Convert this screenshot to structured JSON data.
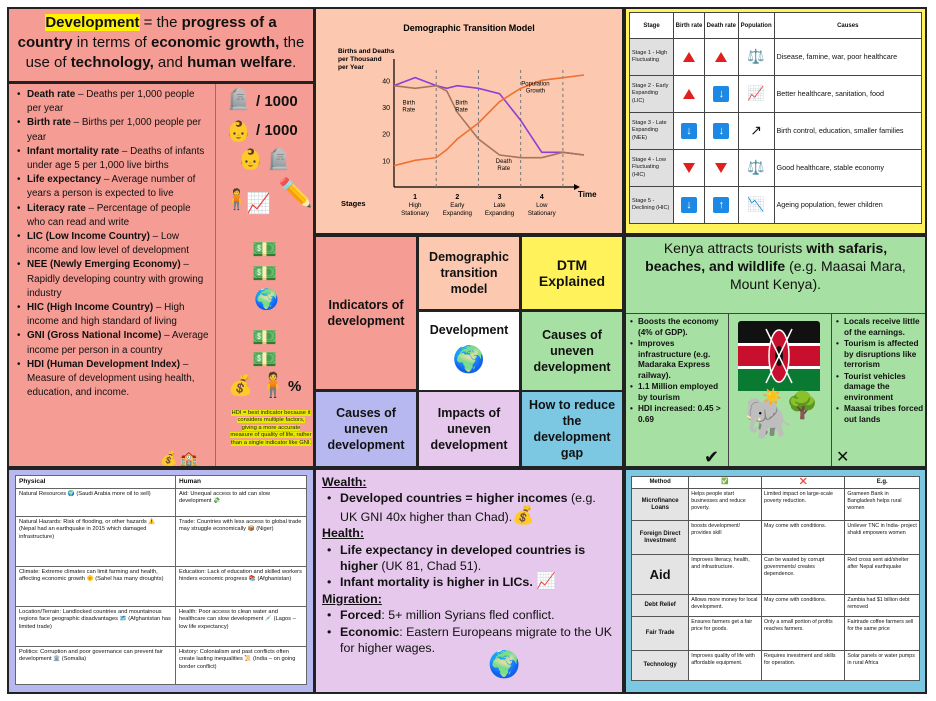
{
  "title": {
    "term": "Development",
    "rest": " = the ",
    "w1": "progress of a country",
    "w2": " in terms of ",
    "w3": "economic growth,",
    "w4": " the use of ",
    "w5": "technology,",
    "w6": " and ",
    "w7": "human welfare",
    "w8": "."
  },
  "indicators": [
    {
      "term": "Death rate",
      "def": " – Deaths per 1,000 people per year"
    },
    {
      "term": "Birth rate",
      "def": " – Births per 1,000 people per year"
    },
    {
      "term": "Infant mortality rate",
      "def": " – Deaths of infants under age 5 per 1,000 live births"
    },
    {
      "term": "Life expectancy",
      "def": " – Average number of years a person is expected to live"
    },
    {
      "term": "Literacy rate",
      "def": " – Percentage of people who can read and write"
    },
    {
      "term": "LIC (Low Income Country)",
      "def": " – Low income and low level of development"
    },
    {
      "term": "NEE (Newly Emerging Economy)",
      "def": " – Rapidly developing country with growing industry"
    },
    {
      "term": "HIC (High Income Country)",
      "def": " – High income and high standard of living"
    },
    {
      "term": "GNI (Gross National Income)",
      "def": " – Average income per person in a country"
    },
    {
      "term": "HDI (Human Development Index)",
      "def": " – Measure of development using health, education, and income."
    }
  ],
  "per1000a": "/ 1000",
  "per1000b": "/ 1000",
  "percent": "%",
  "hdi_note": "HDI = best indicator because it considers multiple factors, giving a more accurate measure of quality of life, rather than a single indicator like GNI.",
  "chart_data": {
    "type": "line",
    "title": "Demographic Transition Model",
    "ylabel": "Births and Deaths per Thousand per Year",
    "xlabel": "Stages",
    "xaxis_end": "Time",
    "yticks": [
      10,
      20,
      30,
      40
    ],
    "ylim": [
      0,
      45
    ],
    "stages": [
      {
        "num": "1",
        "name": "High Stationary"
      },
      {
        "num": "2",
        "name": "Early Expanding"
      },
      {
        "num": "3",
        "name": "Late Expanding"
      },
      {
        "num": "4",
        "name": "Low Stationary"
      }
    ],
    "x": [
      0,
      0.5,
      1,
      1.25,
      1.5,
      2,
      2.5,
      3,
      3.5,
      4,
      4.5
    ],
    "series": [
      {
        "name": "Birth Rate",
        "color": "#8b3fd6",
        "values": [
          38,
          41,
          38,
          37,
          38,
          37,
          35,
          25,
          13,
          13,
          12
        ]
      },
      {
        "name": "Death Rate",
        "color": "#a8755a",
        "values": [
          38,
          37,
          38,
          36,
          28,
          18,
          12,
          11,
          11,
          13,
          12
        ]
      },
      {
        "name": "Population Growth",
        "color": "#f07030",
        "values": [
          8,
          10,
          11,
          14,
          18,
          24,
          32,
          37,
          40,
          41,
          42
        ]
      }
    ]
  },
  "stage_table": {
    "headers": [
      "Stage",
      "Birth rate",
      "Death rate",
      "Population",
      "Causes"
    ],
    "rows": [
      {
        "stage": "Stage 1 - High Fluctuating",
        "cause": "Disease, famine, war, poor healthcare"
      },
      {
        "stage": "Stage 2 - Early Expanding (LIC)",
        "cause": "Better healthcare, sanitation, food"
      },
      {
        "stage": "Stage 3 - Late Expanding (NEE)",
        "cause": "Birth control, education, smaller families"
      },
      {
        "stage": "Stage 4 - Low Fluctuating (HIC)",
        "cause": "Good healthcare, stable economy"
      },
      {
        "stage": "Stage 5 - Declining (HIC)",
        "cause": "Ageing population, fewer children"
      }
    ]
  },
  "tiles": {
    "dtm_model": "Demographic transition model",
    "dtm_explained": "DTM Explained",
    "indicators": "Indicators of development",
    "development": "Development",
    "causes_right": "Causes of uneven development",
    "causes_left": "Causes of uneven development",
    "impacts": "Impacts of uneven development",
    "reduce": "How to reduce the development gap"
  },
  "kenya": {
    "title_a": "Kenya attracts tourists ",
    "title_b": "with safaris, beaches, and wildlife",
    "title_c": " (e.g. Maasai Mara, Mount Kenya).",
    "pros": [
      "Boosts the economy (4% of GDP).",
      "Improves infrastructure (e.g. Madaraka Express railway).",
      "1.1 Million employed by tourism",
      "HDI increased: 0.45 > 0.69"
    ],
    "cons": [
      "Locals receive little of the earnings.",
      "Tourism is affected by disruptions like terrorism",
      "Tourist vehicles damage the environment",
      "Maasai tribes forced out lands"
    ]
  },
  "ph_table": {
    "headers": [
      "Physical",
      "Human"
    ],
    "rows": [
      {
        "p": "Natural Resources 🌍 (Saudi Arabia more oil to sell)",
        "h": "Aid: Unequal access to aid can slow development 💸"
      },
      {
        "p": "Natural Hazards: Risk of flooding, or other hazards ⚠️ (Nepal had an earthquake in 2015 which damaged infrastructure)",
        "h": "Trade: Countries with less access to global trade may struggle economically 📦 (Niger)"
      },
      {
        "p": "Climate: Extreme climates can limit farming and health, affecting economic growth 🌞 (Sahel has many droughts)",
        "h": "Education: Lack of education and skilled workers hinders economic progress 📚 (Afghanistan)"
      },
      {
        "p": "Location/Terrain: Landlocked countries and mountainous regions face geographic disadvantages 🗺️ (Afghanistan has limited trade)",
        "h": "Health: Poor access to clean water and healthcare can slow development 💉 (Lagos – low life expectancy)"
      },
      {
        "p": "Politics: Corruption and poor governance can prevent fair development 🏛️ (Somalia)",
        "h": "History: Colonialism and past conflicts often create lasting inequalities 📜 (India – on going border conflict)"
      }
    ]
  },
  "impacts": {
    "wealth_h": "Wealth:",
    "wealth_b": "Developed countries = higher incomes",
    "wealth_t": " (e.g. UK GNI 40x higher than Chad).",
    "health_h": "Health:",
    "health_b1": "Life expectancy in developed countries is higher",
    "health_t1": " (UK 81, Chad 51).",
    "health_b2": "Infant mortality is higher in LICs.",
    "mig_h": "Migration:",
    "mig_b1": "Forced",
    "mig_t1": ": 5+ million Syrians fled conflict.",
    "mig_b2": "Economic",
    "mig_t2": ": Eastern Europeans migrate to the UK for higher wages."
  },
  "meth_table": {
    "headers": [
      "Method",
      "✅",
      "❌",
      "E.g."
    ],
    "rows": [
      {
        "m": "Microfinance Loans",
        "pro": "Helps people start businesses and reduce poverty.",
        "con": "Limited impact on large-scale poverty reduction.",
        "eg": "Grameen Bank in Bangladesh helps rural women"
      },
      {
        "m": "Foreign Direct Investment",
        "pro": "boosts development/ provides skill",
        "con": "May come with conditions.",
        "eg": "Unilever TNC in India- project shakti empowers women"
      },
      {
        "m": "Aid",
        "pro": "Improves literacy, health, and infrastructure.",
        "con": "Can be wasted by corrupt governments/ creates dependence.",
        "eg": "Red cross sent aid/shelter after Nepal earthquake"
      },
      {
        "m": "Debt Relief",
        "pro": "Allows more money for local development.",
        "con": "May come with conditions.",
        "eg": "Zambia had $1 billion debt removed"
      },
      {
        "m": "Fair Trade",
        "pro": "Ensures farmers get a fair price for goods.",
        "con": "Only a small portion of profits reaches farmers.",
        "eg": "Fairtrade coffee farmers sell for the same price"
      },
      {
        "m": "Technology",
        "pro": "Improves quality of life with affordable equipment.",
        "con": "Requires investment and skills for operation.",
        "eg": "Solar panels or water pumps in rural Africa"
      }
    ]
  }
}
